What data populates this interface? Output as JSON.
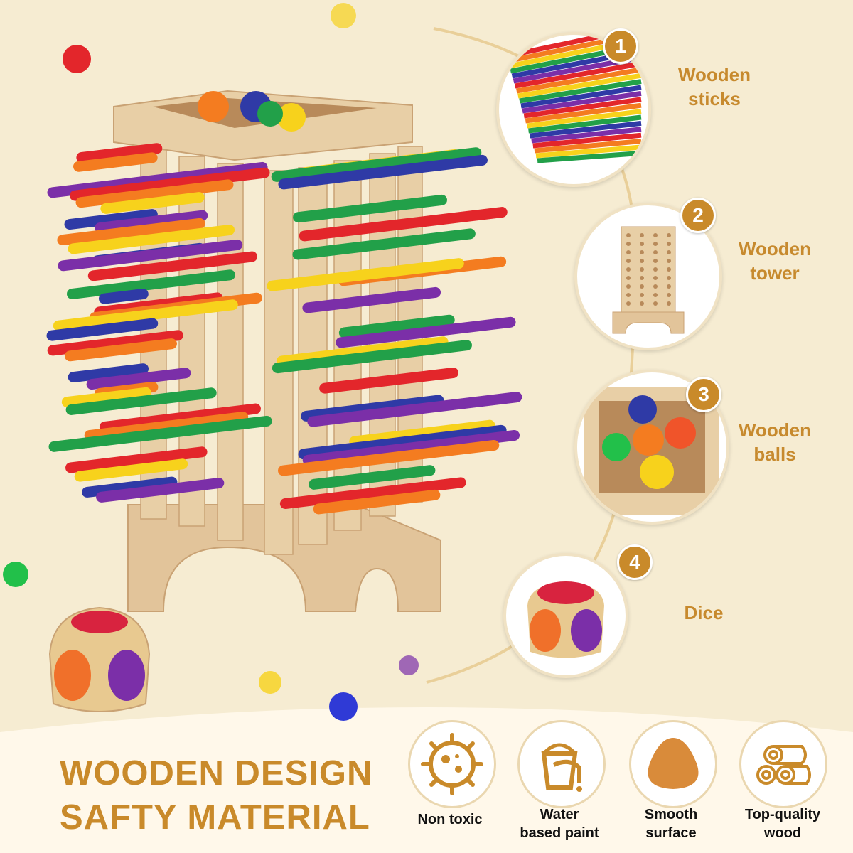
{
  "components": [
    {
      "number": "1",
      "line1": "Wooden",
      "line2": "sticks"
    },
    {
      "number": "2",
      "line1": "Wooden",
      "line2": "tower"
    },
    {
      "number": "3",
      "line1": "Wooden",
      "line2": "balls"
    },
    {
      "number": "4",
      "line1": "Dice",
      "line2": ""
    }
  ],
  "headline": {
    "line1": "WOODEN DESIGN",
    "line2": "SAFTY MATERIAL"
  },
  "features": [
    {
      "icon": "virus-icon",
      "line1": "Non toxic",
      "line2": ""
    },
    {
      "icon": "paint-bucket-icon",
      "line1": "Water",
      "line2": "based paint"
    },
    {
      "icon": "smooth-stone-icon",
      "line1": "Smooth",
      "line2": "surface"
    },
    {
      "icon": "wood-logs-icon",
      "line1": "Top-quality",
      "line2": "wood"
    }
  ],
  "colors": {
    "background": "#f6ecd2",
    "accent": "#c98a2a",
    "wood": "#e2c49a",
    "stick_colors": [
      "#e3262b",
      "#f47c20",
      "#f7d21c",
      "#22a049",
      "#2f3aa6",
      "#7b2fa8"
    ]
  }
}
